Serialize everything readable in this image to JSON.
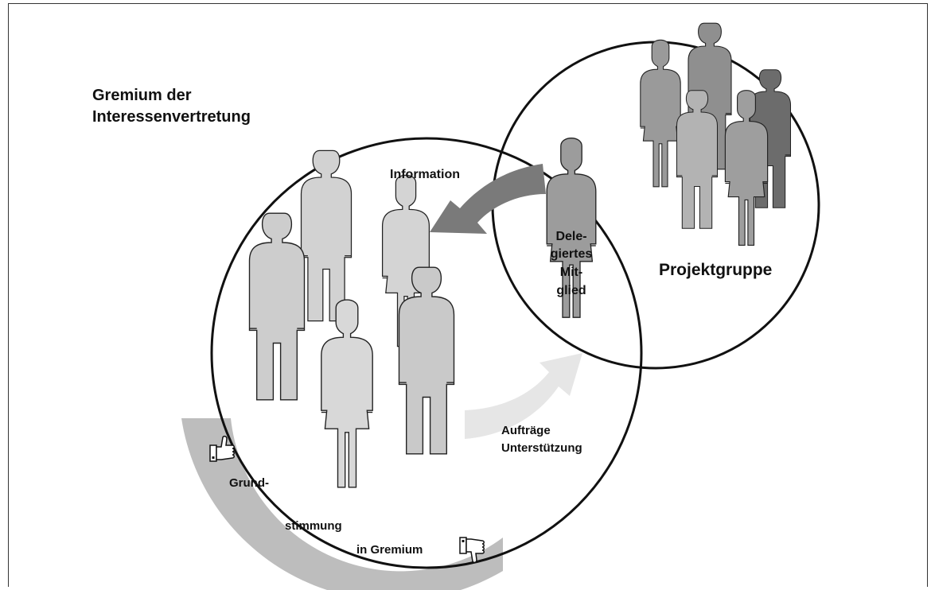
{
  "labels": {
    "gremium_line1": "Gremium der",
    "gremium_line2": "Interessenvertretung",
    "projektgruppe": "Projektgruppe",
    "information": "Information",
    "auftraege": "Aufträge",
    "unterstuetzung": "Unterstützung",
    "delegate_line1": "Dele-",
    "delegate_line2": "giertes",
    "delegate_line3": "Mit-",
    "delegate_line4": "glied",
    "mood_line1": "Grund-",
    "mood_line2": "stimmung",
    "mood_line3": "in Gremium"
  },
  "colors": {
    "left_people": "#d2d2d2",
    "delegate": "#9c9c9c",
    "project_people": [
      "#9a9a9a",
      "#8f8f8f",
      "#6c6c6c",
      "#b3b3b3",
      "#9e9e9e"
    ],
    "arrow_information": "#7a7a7a",
    "arrow_auftraege": "#e6e6e6",
    "mood_band": "#bdbdbd"
  },
  "icons": {
    "thumb_up": "thumbs-up-icon",
    "thumb_down": "thumbs-down-icon"
  }
}
